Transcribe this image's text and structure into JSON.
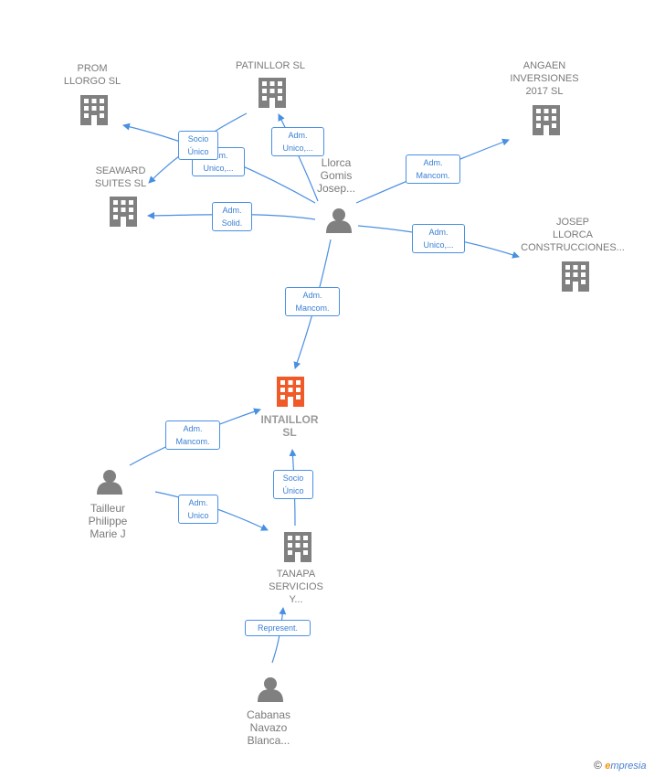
{
  "nodes": {
    "prom_llorgo": {
      "lines": [
        "PROM",
        "LLORGO SL"
      ]
    },
    "patinllor": {
      "lines": [
        "PATINLLOR  SL"
      ]
    },
    "angaen": {
      "lines": [
        "ANGAEN",
        "INVERSIONES",
        "2017  SL"
      ]
    },
    "seaward": {
      "lines": [
        "SEAWARD",
        "SUITES  SL"
      ]
    },
    "llorca": {
      "lines": [
        "Llorca",
        "Gomis",
        "Josep..."
      ]
    },
    "josep_llorca": {
      "lines": [
        "JOSEP",
        "LLORCA",
        "CONSTRUCCIONES..."
      ]
    },
    "intaillor": {
      "lines": [
        "INTAILLOR",
        "SL"
      ]
    },
    "tailleur": {
      "lines": [
        "Tailleur",
        "Philippe",
        "Marie J"
      ]
    },
    "tanapa": {
      "lines": [
        "TANAPA",
        "SERVICIOS",
        "Y..."
      ]
    },
    "cabanas": {
      "lines": [
        "Cabanas",
        "Navazo",
        "Blanca..."
      ]
    }
  },
  "edges": {
    "socio_unico_1": {
      "lines": [
        "Socio",
        "Único"
      ]
    },
    "adm_unico_seaward": {
      "lines": [
        "Adm.",
        "Unico,..."
      ]
    },
    "adm_unico_patinllor": {
      "lines": [
        "Adm.",
        "Unico,..."
      ]
    },
    "adm_solid": {
      "lines": [
        "Adm.",
        "Solid."
      ]
    },
    "adm_mancom_angaen": {
      "lines": [
        "Adm.",
        "Mancom."
      ]
    },
    "adm_unico_josep": {
      "lines": [
        "Adm.",
        "Unico,..."
      ]
    },
    "adm_mancom_intaillor": {
      "lines": [
        "Adm.",
        "Mancom."
      ]
    },
    "adm_mancom_tailleur": {
      "lines": [
        "Adm.",
        "Mancom."
      ]
    },
    "adm_unico_tailleur": {
      "lines": [
        "Adm.",
        "Unico"
      ]
    },
    "socio_unico_tanapa": {
      "lines": [
        "Socio",
        "Único"
      ]
    },
    "represent": {
      "lines": [
        "Represent."
      ]
    }
  },
  "colors": {
    "edge": "#4a90e2",
    "company_icon": "#808080",
    "main_company_icon": "#f05a28",
    "person_icon": "#808080"
  },
  "footer": {
    "copyright": "©",
    "brand_first": "e",
    "brand_rest": "mpresia"
  }
}
